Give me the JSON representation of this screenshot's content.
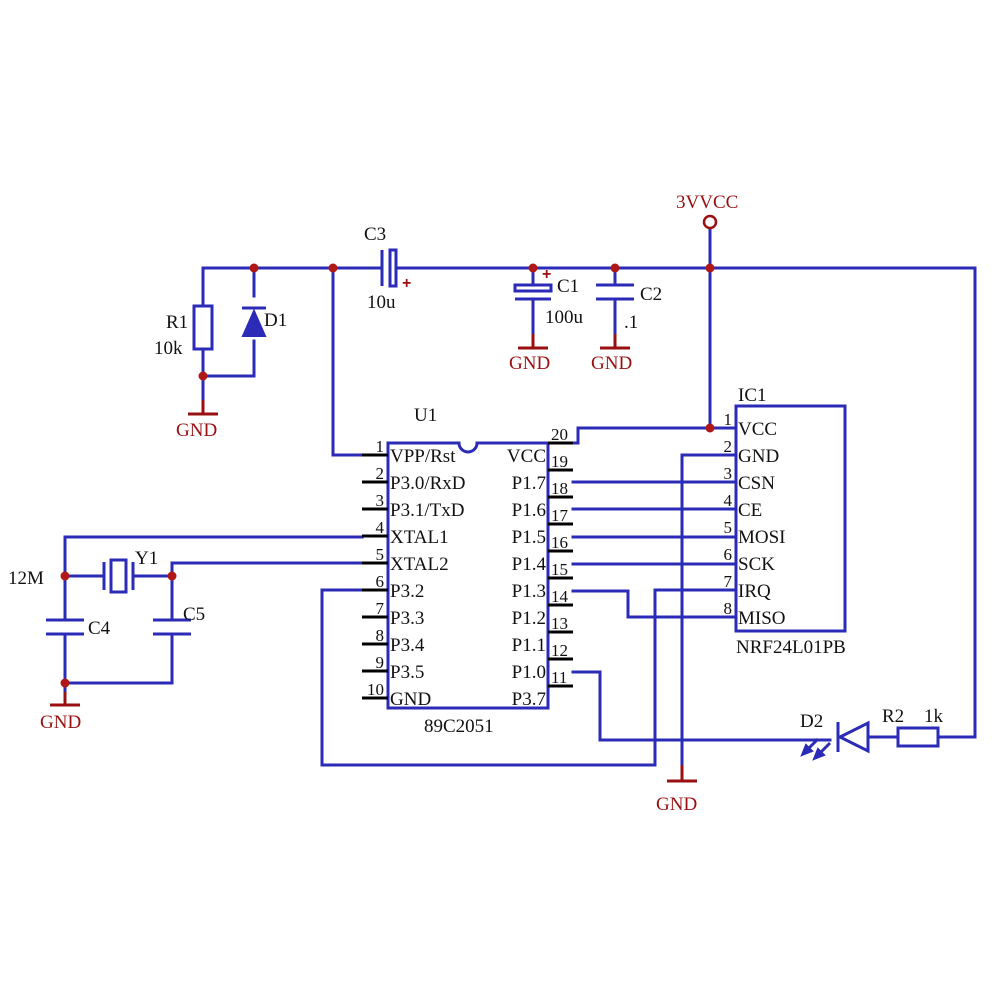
{
  "power": {
    "vcc_label": "3VVCC",
    "gnd_labels": [
      "GND",
      "GND",
      "GND",
      "GND",
      "GND"
    ]
  },
  "components": {
    "r1": {
      "ref": "R1",
      "value": "10k"
    },
    "d1": {
      "ref": "D1"
    },
    "c3": {
      "ref": "C3",
      "value": "10u"
    },
    "c1": {
      "ref": "C1",
      "value": "100u"
    },
    "c2": {
      "ref": "C2",
      "value": ".1"
    },
    "y1": {
      "ref": "Y1",
      "value": "12M"
    },
    "c4": {
      "ref": "C4"
    },
    "c5": {
      "ref": "C5"
    },
    "d2": {
      "ref": "D2"
    },
    "r2": {
      "ref": "R2",
      "value": "1k"
    }
  },
  "u1": {
    "ref": "U1",
    "part": "89C2051",
    "left_pins": [
      {
        "num": "1",
        "name": "VPP/Rst"
      },
      {
        "num": "2",
        "name": "P3.0/RxD"
      },
      {
        "num": "3",
        "name": "P3.1/TxD"
      },
      {
        "num": "4",
        "name": "XTAL1"
      },
      {
        "num": "5",
        "name": "XTAL2"
      },
      {
        "num": "6",
        "name": "P3.2"
      },
      {
        "num": "7",
        "name": "P3.3"
      },
      {
        "num": "8",
        "name": "P3.4"
      },
      {
        "num": "9",
        "name": "P3.5"
      },
      {
        "num": "10",
        "name": "GND"
      }
    ],
    "right_pins": [
      {
        "num": "20",
        "name": "VCC"
      },
      {
        "num": "19",
        "name": "P1.7"
      },
      {
        "num": "18",
        "name": "P1.6"
      },
      {
        "num": "17",
        "name": "P1.5"
      },
      {
        "num": "16",
        "name": "P1.4"
      },
      {
        "num": "15",
        "name": "P1.3"
      },
      {
        "num": "14",
        "name": "P1.2"
      },
      {
        "num": "13",
        "name": "P1.1"
      },
      {
        "num": "12",
        "name": "P1.0"
      },
      {
        "num": "11",
        "name": "P3.7"
      }
    ]
  },
  "ic1": {
    "ref": "IC1",
    "part": "NRF24L01PB",
    "pins": [
      {
        "num": "1",
        "name": "VCC"
      },
      {
        "num": "2",
        "name": "GND"
      },
      {
        "num": "3",
        "name": "CSN"
      },
      {
        "num": "4",
        "name": "CE"
      },
      {
        "num": "5",
        "name": "MOSI"
      },
      {
        "num": "6",
        "name": "SCK"
      },
      {
        "num": "7",
        "name": "IRQ"
      },
      {
        "num": "8",
        "name": "MISO"
      }
    ]
  }
}
